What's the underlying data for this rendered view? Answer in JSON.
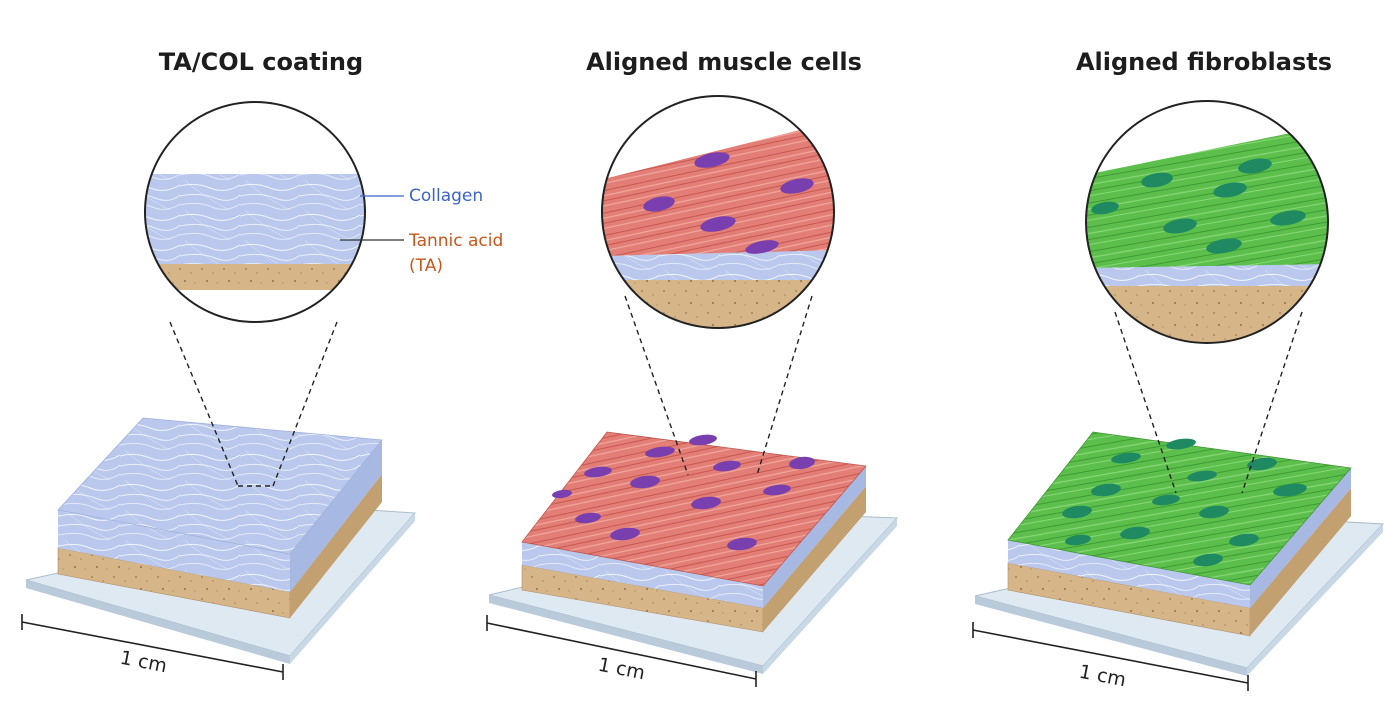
{
  "panels": [
    {
      "id": "coating",
      "title": "TA/COL coating",
      "surface": "collagen",
      "scale_label": "1 cm"
    },
    {
      "id": "muscle",
      "title": "Aligned muscle cells",
      "surface": "muscle",
      "scale_label": "1 cm"
    },
    {
      "id": "fibro",
      "title": "Aligned fibroblasts",
      "surface": "fibroblast",
      "scale_label": "1 cm"
    }
  ],
  "labels": {
    "collagen": "Collagen",
    "tannic_acid_line1": "Tannic acid",
    "tannic_acid_line2": "(TA)"
  },
  "colors": {
    "collagen": "#b9c8ec",
    "collagen_line": "#3c64c8",
    "tannic_acid": "#c8561a",
    "substrate": "#d6b688",
    "muscle": "#e27e76",
    "muscle_nucleus": "#7a3fae",
    "fibroblast": "#5cbf4c",
    "fibroblast_nucleus": "#1f8a62",
    "slide": "#dfe9f2"
  }
}
